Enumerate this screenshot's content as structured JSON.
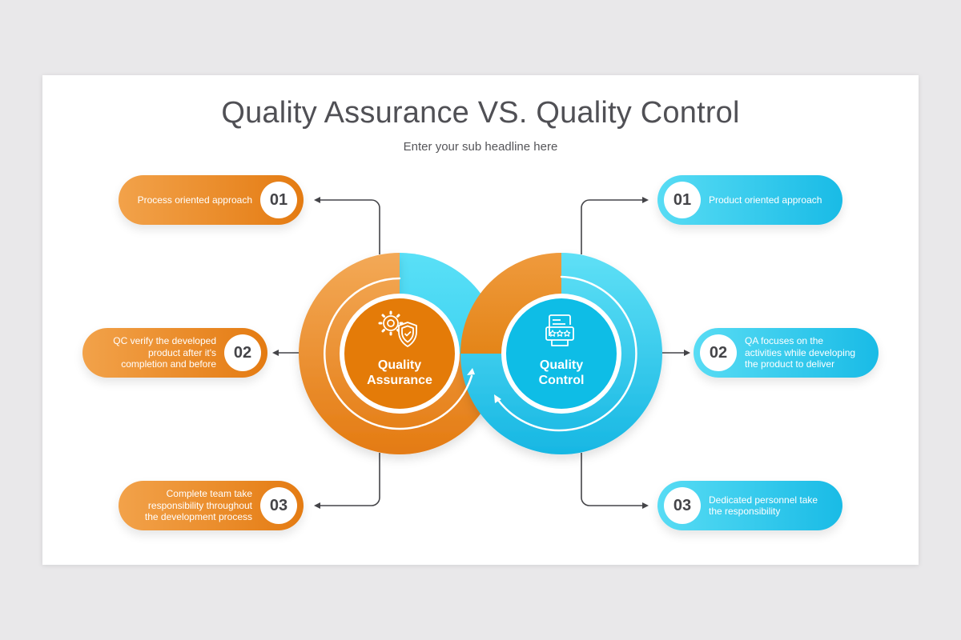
{
  "title": "Quality Assurance VS. Quality Control",
  "subtitle": "Enter your sub headline here",
  "colors": {
    "orange": "#e47b12",
    "orange_light": "#f2a24a",
    "blue": "#19bbe6",
    "blue_light": "#58dcf4",
    "number_text": "#444448"
  },
  "qa": {
    "label_line1": "Quality",
    "label_line2": "Assurance",
    "icon": "gear-shield-icon",
    "items": [
      {
        "number": "01",
        "lines": [
          "Process oriented approach"
        ]
      },
      {
        "number": "02",
        "lines": [
          "QC verify the developed",
          "product after it's",
          "completion and before"
        ]
      },
      {
        "number": "03",
        "lines": [
          "Complete team take",
          "responsibility throughout",
          "the development process"
        ]
      }
    ]
  },
  "qc": {
    "label_line1": "Quality",
    "label_line2": "Control",
    "icon": "document-stars-icon",
    "items": [
      {
        "number": "01",
        "lines": [
          "Product oriented approach"
        ]
      },
      {
        "number": "02",
        "lines": [
          "QA focuses on the",
          "activities while developing",
          "the product to deliver"
        ]
      },
      {
        "number": "03",
        "lines": [
          "Dedicated personnel take",
          "the responsibility"
        ]
      }
    ]
  }
}
